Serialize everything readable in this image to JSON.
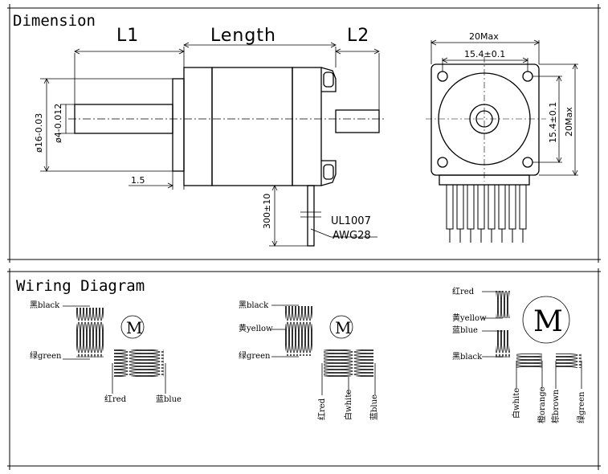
{
  "sections": {
    "dimension_title": "Dimension",
    "wiring_title": "Wiring Diagram"
  },
  "dimension": {
    "l1": "L1",
    "length": "Length",
    "l2": "L2",
    "dia16": "ø16-0.03",
    "dia4": "ø4-0.012",
    "flange": "1.5",
    "lead_length": "300±10",
    "wire_type": "UL1007",
    "wire_gauge": "AWG28",
    "width_max": "20Max",
    "hole_spacing_h": "15.4±0.1",
    "hole_spacing_v": "15.4±0.1",
    "height_max": "20Max"
  },
  "wiring": {
    "motor_symbol": "M",
    "d1": {
      "black": "黑black",
      "green": "绿green",
      "red": "红red",
      "blue": "蓝blue"
    },
    "d2": {
      "black": "黑black",
      "yellow": "黄yellow",
      "green": "绿green",
      "red": "红red",
      "white": "白white",
      "blue": "蓝blue"
    },
    "d3": {
      "red": "红red",
      "yellow": "黄yellow",
      "blue": "蓝blue",
      "black": "黑black",
      "white": "白white",
      "orange": "橙orange",
      "brown": "棕brown",
      "green": "绿green"
    }
  }
}
